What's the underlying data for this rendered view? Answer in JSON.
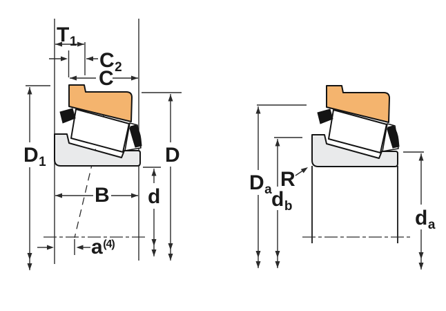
{
  "figure": {
    "title": "tapered-roller-bearing-dimension-diagram",
    "colors": {
      "cup": "#F4B46E",
      "cone": "#E9EAEB",
      "roller": "#FFFFFF",
      "cage": "#141414",
      "outline": "#141414",
      "dimension": "#2B2B2B",
      "background": "#FFFFFF"
    },
    "left_view": {
      "name": "bearing-cross-section",
      "labels": {
        "T1": {
          "main": "T",
          "sub": "1"
        },
        "C2": {
          "main": "C",
          "sub": "2"
        },
        "C": {
          "main": "C"
        },
        "D1": {
          "main": "D",
          "sub": "1"
        },
        "D": {
          "main": "D"
        },
        "B": {
          "main": "B"
        },
        "d": {
          "main": "d"
        },
        "a": {
          "main": "a",
          "sup": "(4)"
        }
      }
    },
    "right_view": {
      "name": "mounted-bearing-fitting-dimensions",
      "labels": {
        "Da": {
          "main": "D",
          "sub": "a"
        },
        "db": {
          "main": "d",
          "sub": "b"
        },
        "da": {
          "main": "d",
          "sub": "a"
        },
        "R": {
          "main": "R"
        }
      }
    }
  }
}
